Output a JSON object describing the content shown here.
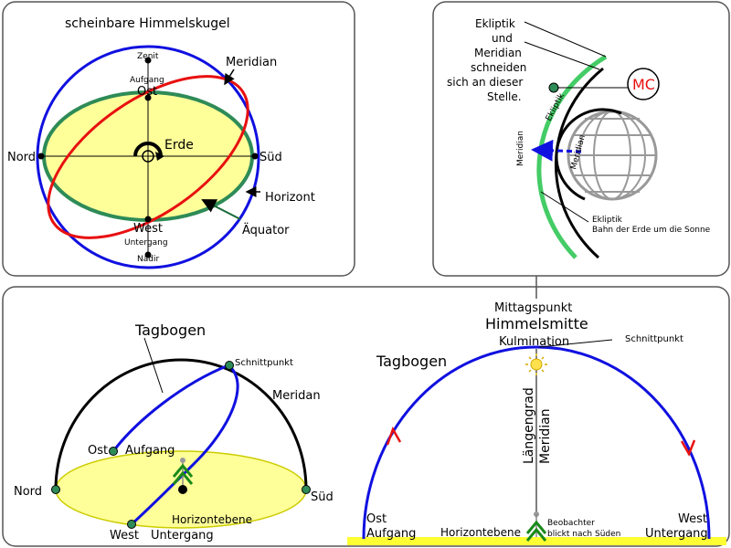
{
  "panel_sphere": {
    "title": "scheinbare Himmelskugel",
    "zenit": "Zenit",
    "aufgang": "Aufgang",
    "ost": "Ost",
    "meridian": "Meridian",
    "erde": "Erde",
    "nord": "Nord",
    "sued": "Süd",
    "horizont": "Horizont",
    "west": "West",
    "untergang": "Untergang",
    "aequator": "Äquator",
    "nadir": "Nadir"
  },
  "panel_mc": {
    "note_lines": [
      "Ekliptik",
      "und",
      "Meridian",
      "schneiden",
      "sich an dieser",
      "Stelle."
    ],
    "mc_badge": "MC",
    "ekliptik_arc": "Ekliptik",
    "meridian_arc": "Meridian",
    "meridian_globe": "Meridian",
    "orbit_label_1": "Ekliptik",
    "orbit_label_2": "Bahn der Erde um die Sonne"
  },
  "panel_dome": {
    "tagbogen": "Tagbogen",
    "schnittpunkt": "Schnittpunkt",
    "meridian": "Meridan",
    "ost": "Ost",
    "aufgang": "Aufgang",
    "nord": "Nord",
    "sued": "Süd",
    "horizontebene": "Horizontebene",
    "west": "West",
    "untergang": "Untergang"
  },
  "panel_arc": {
    "mittagspunkt": "Mittagspunkt",
    "himmelsmitte": "Himmelsmitte",
    "kulmination": "Kulmination",
    "schnittpunkt": "Schnittpunkt",
    "tagbogen": "Tagbogen",
    "laengengrad": "Längengrad",
    "meridian": "Meridian",
    "ost": "Ost",
    "aufgang": "Aufgang",
    "horizontebene": "Horizontebene",
    "beobachter": "Beobachter",
    "blickt": "blickt nach Süden",
    "west": "West",
    "untergang": "Untergang"
  },
  "colors": {
    "blue": "#1010e0",
    "red": "#e81010",
    "green_band": "#2e8b57",
    "yellow_fill": "#ffff99",
    "ecliptic_green": "#44cc66",
    "observer_green": "#1a8a1a"
  }
}
